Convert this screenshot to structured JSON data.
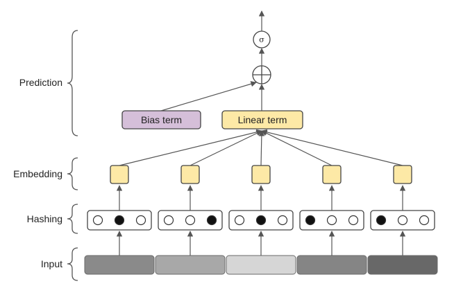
{
  "layers": {
    "prediction": "Prediction",
    "embedding": "Embedding",
    "hashing": "Hashing",
    "input": "Input"
  },
  "boxes": {
    "bias_term": "Bias term",
    "linear_term": "Linear term"
  },
  "sigma_symbol": "σ",
  "hashing_groups": [
    [
      0,
      1,
      0
    ],
    [
      0,
      0,
      1
    ],
    [
      0,
      1,
      0
    ],
    [
      1,
      0,
      0
    ],
    [
      1,
      0,
      0
    ]
  ],
  "colors": {
    "bias_fill": "#d5bfd9",
    "linear_fill": "#fde9a6",
    "embed_fill": "#fde9a6",
    "input_segments": [
      "#8a8a8a",
      "#a8a8a8",
      "#d6d6d6",
      "#858585",
      "#686868"
    ],
    "line": "#555555",
    "box_border": "#444444"
  }
}
